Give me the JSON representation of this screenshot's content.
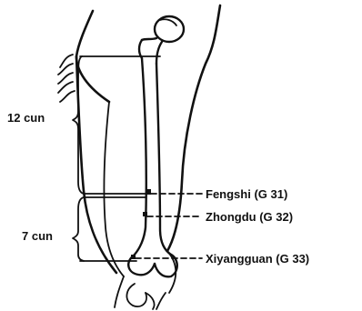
{
  "measurements": {
    "upper": "12 cun",
    "lower": "7 cun"
  },
  "points": [
    {
      "label": "Fengshi (G 31)"
    },
    {
      "label": "Zhongdu (G 32)"
    },
    {
      "label": "Xiyangguan (G 33)"
    }
  ]
}
